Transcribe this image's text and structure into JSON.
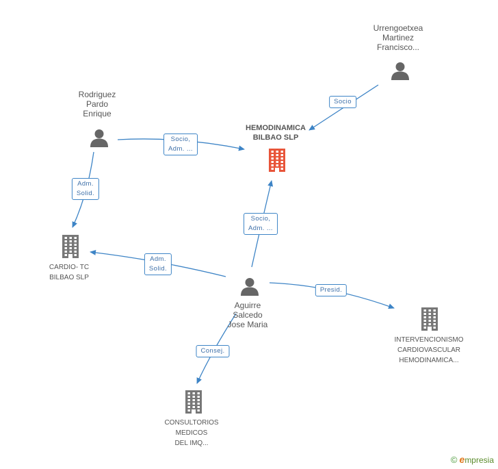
{
  "nodes": [
    {
      "id": "hemodinamica",
      "kind": "company",
      "main": true,
      "color": "#e8553a",
      "lines": [
        "HEMODINAMICA",
        "BILBAO SLP"
      ]
    },
    {
      "id": "urrengoetxea",
      "kind": "person",
      "color": "#666666",
      "lines": [
        "Urrengoetxea",
        "Martinez",
        "Francisco..."
      ]
    },
    {
      "id": "rodriguez",
      "kind": "person",
      "color": "#666666",
      "lines": [
        "Rodriguez",
        "Pardo",
        "Enrique"
      ]
    },
    {
      "id": "cardio",
      "kind": "company",
      "color": "#777777",
      "lines": [
        "CARDIO- TC",
        "BILBAO SLP"
      ]
    },
    {
      "id": "aguirre",
      "kind": "person",
      "color": "#666666",
      "lines": [
        "Aguirre",
        "Salcedo",
        "Jose Maria"
      ]
    },
    {
      "id": "intervencionismo",
      "kind": "company",
      "color": "#777777",
      "lines": [
        "INTERVENCIONISMO",
        "CARDIOVASCULAR",
        "HEMODINAMICA..."
      ]
    },
    {
      "id": "consultorios",
      "kind": "company",
      "color": "#777777",
      "lines": [
        "CONSULTORIOS",
        "MEDICOS",
        "DEL IMQ..."
      ]
    }
  ],
  "edges": [
    {
      "id": "e1",
      "from": "urrengoetxea",
      "to": "hemodinamica",
      "lines": [
        "Socio"
      ]
    },
    {
      "id": "e2",
      "from": "rodriguez",
      "to": "hemodinamica",
      "lines": [
        "Socio,",
        "Adm. ..."
      ]
    },
    {
      "id": "e3",
      "from": "rodriguez",
      "to": "cardio",
      "lines": [
        "Adm.",
        "Solid."
      ]
    },
    {
      "id": "e4",
      "from": "aguirre",
      "to": "hemodinamica",
      "lines": [
        "Socio,",
        "Adm. ..."
      ]
    },
    {
      "id": "e5",
      "from": "aguirre",
      "to": "cardio",
      "lines": [
        "Adm.",
        "Solid."
      ]
    },
    {
      "id": "e6",
      "from": "aguirre",
      "to": "intervencionismo",
      "lines": [
        "Presid."
      ]
    },
    {
      "id": "e7",
      "from": "aguirre",
      "to": "consultorios",
      "lines": [
        "Consej."
      ]
    }
  ],
  "edge_color": "#3d84c6",
  "brand": {
    "copyright": "©",
    "initial": "e",
    "rest": "mpresia"
  }
}
